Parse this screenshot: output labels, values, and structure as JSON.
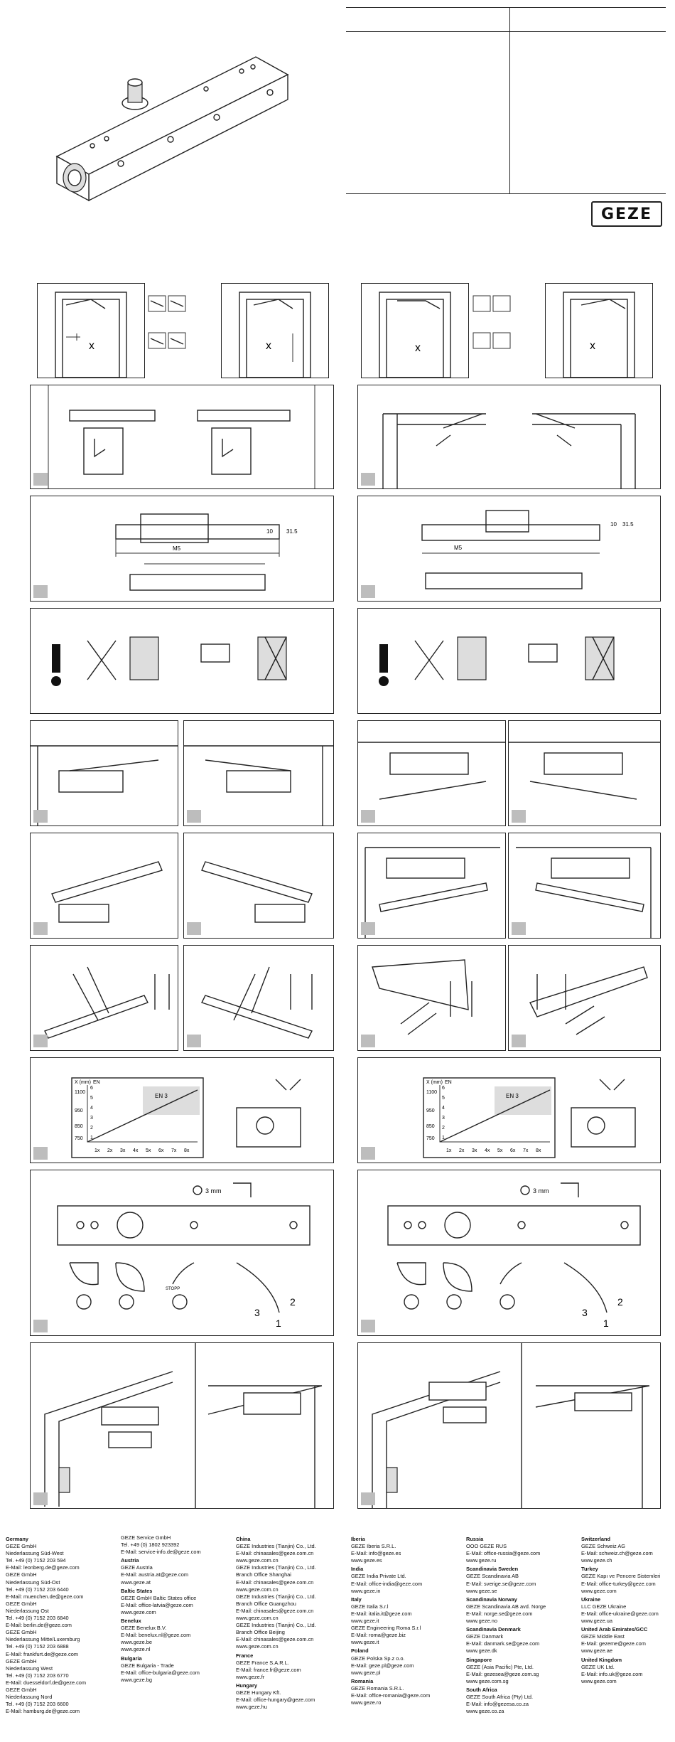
{
  "brand": {
    "logo_text": "GEZE"
  },
  "figures": {
    "dimension_labels": [
      "M5",
      "10",
      "31.5",
      "10",
      "31.5",
      "M5"
    ],
    "chart_left": {
      "y_unit": "X\n(mm)",
      "en_label": "EN",
      "y_ticks": [
        "1100",
        "950",
        "850",
        "750"
      ],
      "en_ticks": [
        "6",
        "5",
        "4",
        "3",
        "2",
        "1"
      ],
      "x_ticks": [
        "1x",
        "2x",
        "3x",
        "4x",
        "5x",
        "6x",
        "7x",
        "8x"
      ],
      "legend": "EN 3"
    },
    "chart_right": {
      "y_unit": "X\n(mm)",
      "en_label": "EN",
      "y_ticks": [
        "1100",
        "950",
        "850",
        "750"
      ],
      "en_ticks": [
        "6",
        "5",
        "4",
        "3",
        "2",
        "1"
      ],
      "x_ticks": [
        "1x",
        "2x",
        "3x",
        "4x",
        "5x",
        "6x",
        "7x",
        "8x"
      ],
      "legend": "EN 3"
    },
    "hex_key_left": "3 mm",
    "hex_key_right": "3 mm",
    "valve_numbers_left": [
      "1",
      "2",
      "3"
    ],
    "valve_numbers_right": [
      "1",
      "2",
      "3"
    ],
    "stop_label": "STOPP"
  },
  "footer": {
    "columns": [
      [
        {
          "country": "Germany",
          "lines": [
            "GEZE GmbH",
            "Niederlassung Süd-West",
            "Tel. +49 (0) 7152 203 594",
            "E-Mail: leonberg.de@geze.com"
          ]
        },
        {
          "country": "",
          "lines": [
            "GEZE GmbH",
            "Niederlassung Süd-Ost",
            "Tel. +49 (0) 7152 203 6440",
            "E-Mail: muenchen.de@geze.com"
          ]
        },
        {
          "country": "",
          "lines": [
            "GEZE GmbH",
            "Niederlassung Ost",
            "Tel. +49 (0) 7152 203 6840",
            "E-Mail: berlin.de@geze.com"
          ]
        },
        {
          "country": "",
          "lines": [
            "GEZE GmbH",
            "Niederlassung Mitte/Luxemburg",
            "Tel. +49 (0) 7152 203 6888",
            "E-Mail: frankfurt.de@geze.com"
          ]
        },
        {
          "country": "",
          "lines": [
            "GEZE GmbH",
            "Niederlassung West",
            "Tel. +49 (0) 7152 203 6770",
            "E-Mail: duesseldorf.de@geze.com"
          ]
        },
        {
          "country": "",
          "lines": [
            "GEZE GmbH",
            "Niederlassung Nord",
            "Tel. +49 (0) 7152 203 6600",
            "E-Mail: hamburg.de@geze.com"
          ]
        }
      ],
      [
        {
          "country": "",
          "lines": [
            "GEZE Service GmbH",
            "Tel. +49 (0) 1802 923392",
            "E-Mail: service-info.de@geze.com"
          ]
        },
        {
          "country": "Austria",
          "lines": [
            "GEZE Austria",
            "E-Mail: austria.at@geze.com",
            "www.geze.at"
          ]
        },
        {
          "country": "Baltic States",
          "lines": [
            "GEZE GmbH Baltic States office",
            "E-Mail: office-latvia@geze.com",
            "www.geze.com"
          ]
        },
        {
          "country": "Benelux",
          "lines": [
            "GEZE Benelux B.V.",
            "E-Mail: benelux.nl@geze.com",
            "www.geze.be",
            "www.geze.nl"
          ]
        },
        {
          "country": "Bulgaria",
          "lines": [
            "GEZE Bulgaria - Trade",
            "E-Mail: office-bulgaria@geze.com",
            "www.geze.bg"
          ]
        }
      ],
      [
        {
          "country": "China",
          "lines": [
            "GEZE Industries (Tianjin) Co., Ltd.",
            "E-Mail: chinasales@geze.com.cn",
            "www.geze.com.cn"
          ]
        },
        {
          "country": "",
          "lines": [
            "GEZE Industries (Tianjin) Co., Ltd.",
            "Branch Office Shanghai",
            "E-Mail: chinasales@geze.com.cn",
            "www.geze.com.cn"
          ]
        },
        {
          "country": "",
          "lines": [
            "GEZE Industries (Tianjin) Co., Ltd.",
            "Branch Office Guangzhou",
            "E-Mail: chinasales@geze.com.cn",
            "www.geze.com.cn"
          ]
        },
        {
          "country": "",
          "lines": [
            "GEZE Industries (Tianjin) Co., Ltd.",
            "Branch Office Beijing",
            "E-Mail: chinasales@geze.com.cn",
            "www.geze.com.cn"
          ]
        },
        {
          "country": "France",
          "lines": [
            "GEZE France S.A.R.L.",
            "E-Mail: france.fr@geze.com",
            "www.geze.fr"
          ]
        },
        {
          "country": "Hungary",
          "lines": [
            "GEZE Hungary Kft.",
            "E-Mail: office-hungary@geze.com",
            "www.geze.hu"
          ]
        }
      ],
      [
        {
          "country": "Iberia",
          "lines": [
            "GEZE Iberia S.R.L.",
            "E-Mail: info@geze.es",
            "www.geze.es"
          ]
        },
        {
          "country": "India",
          "lines": [
            "GEZE India Private Ltd.",
            "E-Mail: office-india@geze.com",
            "www.geze.in"
          ]
        },
        {
          "country": "Italy",
          "lines": [
            "GEZE Italia S.r.l",
            "E-Mail: italia.it@geze.com",
            "www.geze.it"
          ]
        },
        {
          "country": "",
          "lines": [
            "GEZE Engineering Roma S.r.l",
            "E-Mail: roma@geze.biz",
            "www.geze.it"
          ]
        },
        {
          "country": "Poland",
          "lines": [
            "GEZE Polska Sp.z o.o.",
            "E-Mail: geze.pl@geze.com",
            "www.geze.pl"
          ]
        },
        {
          "country": "Romania",
          "lines": [
            "GEZE Romania S.R.L.",
            "E-Mail: office-romania@geze.com",
            "www.geze.ro"
          ]
        }
      ],
      [
        {
          "country": "Russia",
          "lines": [
            "OOO GEZE RUS",
            "E-Mail: office-russia@geze.com",
            "www.geze.ru"
          ]
        },
        {
          "country": "Scandinavia Sweden",
          "lines": [
            "GEZE Scandinavia AB",
            "E-Mail: sverige.se@geze.com",
            "www.geze.se"
          ]
        },
        {
          "country": "Scandinavia Norway",
          "lines": [
            "GEZE Scandinavia AB avd. Norge",
            "E-Mail: norge.se@geze.com",
            "www.geze.no"
          ]
        },
        {
          "country": "Scandinavia Denmark",
          "lines": [
            "GEZE Danmark",
            "E-Mail: danmark.se@geze.com",
            "www.geze.dk"
          ]
        },
        {
          "country": "Singapore",
          "lines": [
            "GEZE (Asia Pacific) Pte, Ltd.",
            "E-Mail: gezesea@geze.com.sg",
            "www.geze.com.sg"
          ]
        },
        {
          "country": "South Africa",
          "lines": [
            "GEZE South Africa (Pty) Ltd.",
            "E-Mail: info@gezesa.co.za",
            "www.geze.co.za"
          ]
        }
      ],
      [
        {
          "country": "Switzerland",
          "lines": [
            "GEZE Schweiz AG",
            "E-Mail: schweiz.ch@geze.com",
            "www.geze.ch"
          ]
        },
        {
          "country": "Turkey",
          "lines": [
            "GEZE Kapı ve Pencere Sistemleri",
            "E-Mail: office-turkey@geze.com",
            "www.geze.com"
          ]
        },
        {
          "country": "Ukraine",
          "lines": [
            "LLC GEZE Ukraine",
            "E-Mail: office-ukraine@geze.com",
            "www.geze.ua"
          ]
        },
        {
          "country": "United Arab Emirates/GCC",
          "lines": [
            "GEZE Middle East",
            "E-Mail: gezeme@geze.com",
            "www.geze.ae"
          ]
        },
        {
          "country": "United Kingdom",
          "lines": [
            "GEZE UK Ltd.",
            "E-Mail: info.uk@geze.com",
            "www.geze.com"
          ]
        }
      ]
    ]
  }
}
